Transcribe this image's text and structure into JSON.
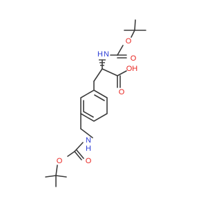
{
  "structure": {
    "atoms": {
      "o_ether_top": "O",
      "o_carbonyl_top": "O",
      "nh_top": "N",
      "nh_top_h": "H",
      "o_acid_carbonyl": "O",
      "oh_acid": "OH",
      "o_carbonyl_bottom": "O",
      "o_ether_bottom": "O",
      "nh_bottom": "N",
      "nh_bottom_h": "H"
    },
    "colors": {
      "bond": "#3a3a3a",
      "oxygen": "#e8231f",
      "nitrogen": "#2a3bd6"
    }
  }
}
